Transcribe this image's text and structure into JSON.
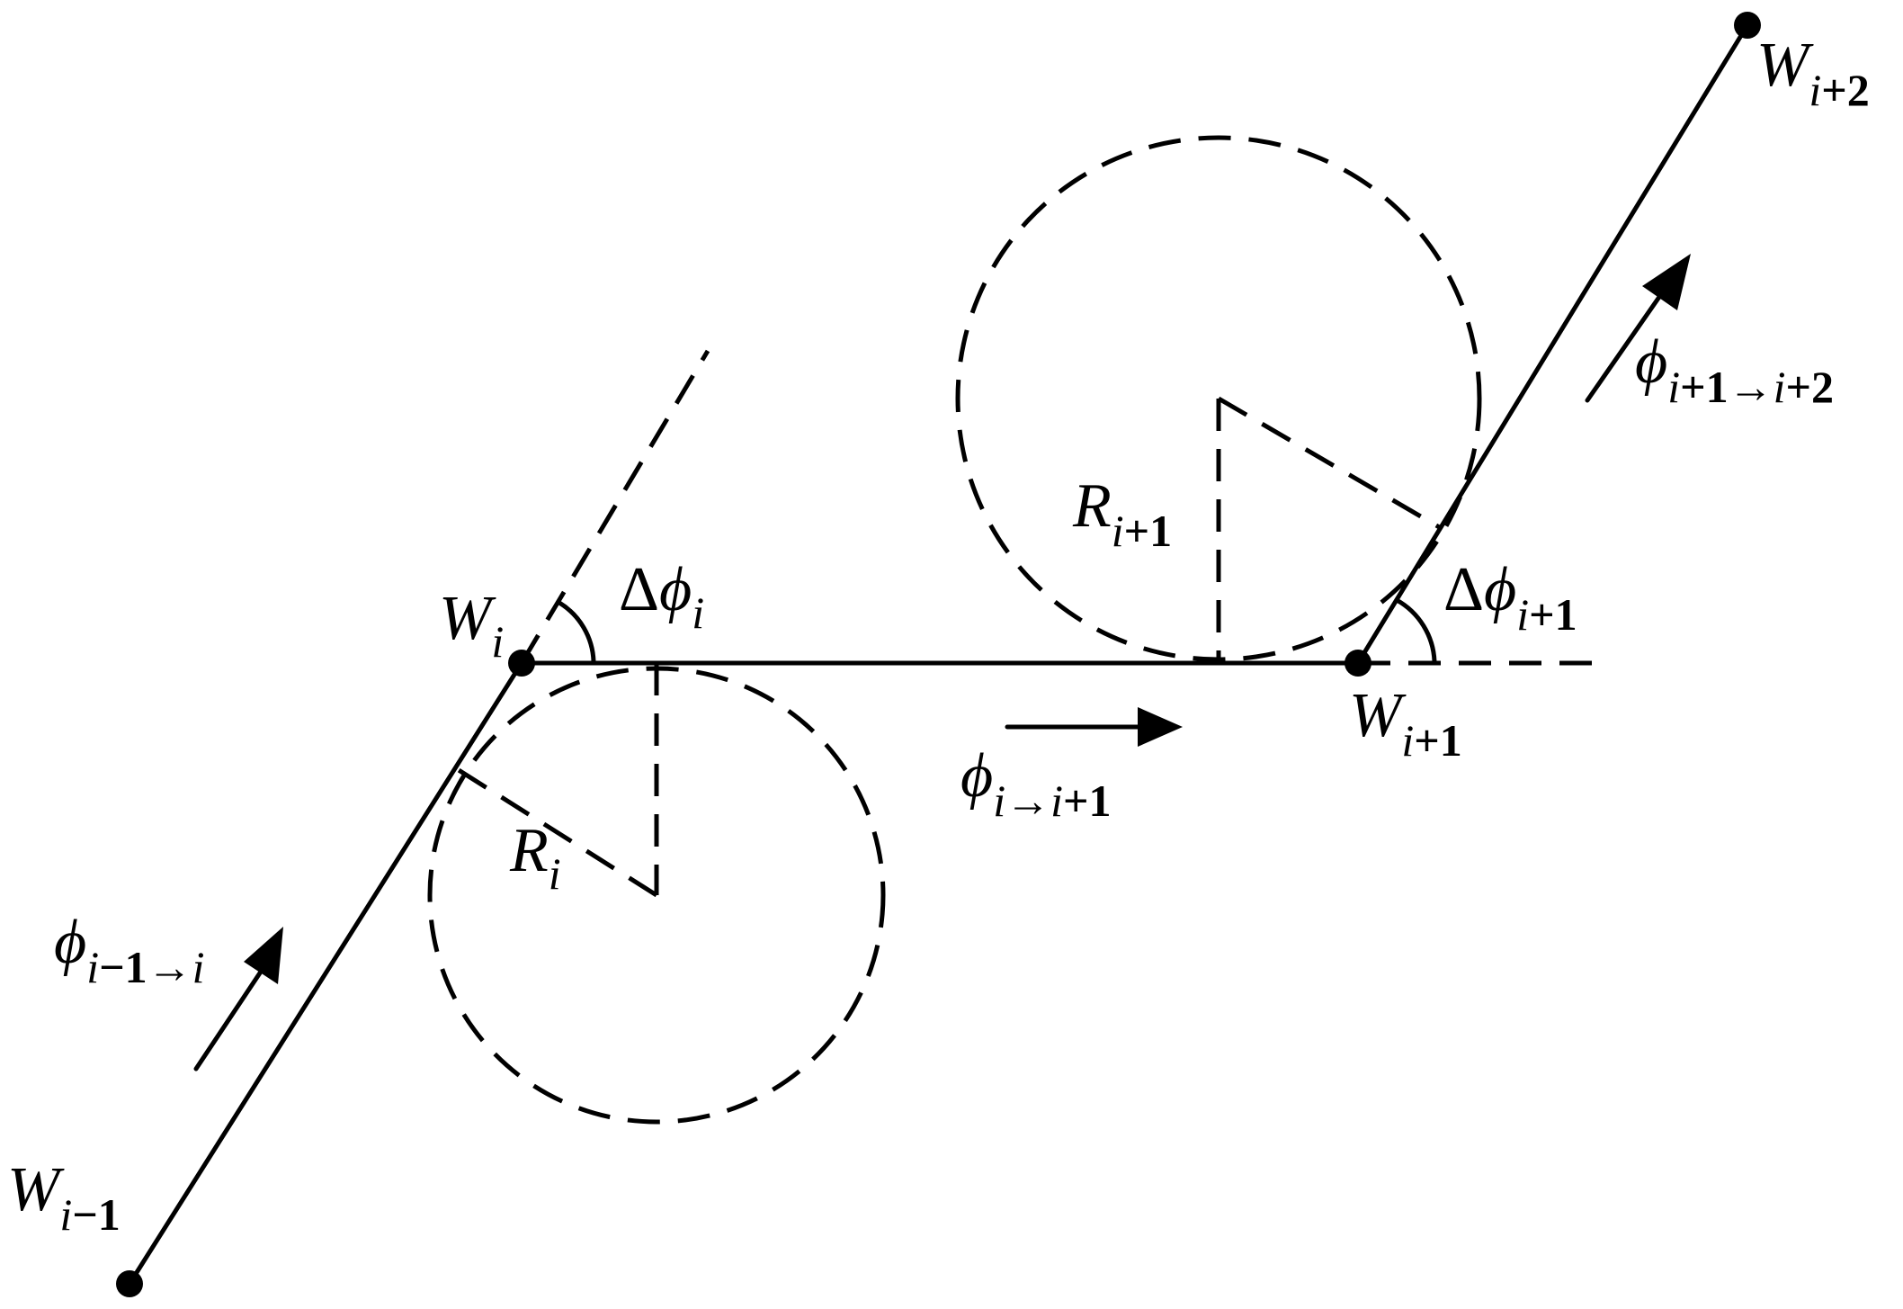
{
  "waypoints": {
    "w_prev": {
      "base": "W",
      "sub_var": "i",
      "sub_op": "−1"
    },
    "w_i": {
      "base": "W",
      "sub_var": "i",
      "sub_op": ""
    },
    "w_next": {
      "base": "W",
      "sub_var": "i",
      "sub_op": "+1"
    },
    "w_next2": {
      "base": "W",
      "sub_var": "i",
      "sub_op": "+2"
    }
  },
  "radii": {
    "r_i": {
      "base": "R",
      "sub_var": "i",
      "sub_op": ""
    },
    "r_next": {
      "base": "R",
      "sub_var": "i",
      "sub_op": "+1"
    }
  },
  "angles": {
    "delta_i": {
      "prefix": "Δ",
      "base": "ϕ",
      "sub_var": "i",
      "sub_op": ""
    },
    "delta_next": {
      "prefix": "Δ",
      "base": "ϕ",
      "sub_var": "i",
      "sub_op": "+1"
    }
  },
  "headings": {
    "h_prev": {
      "base": "ϕ",
      "sub_a": "i",
      "sub_a_op": "−1",
      "arrow": "→",
      "sub_b": "i",
      "sub_b_op": ""
    },
    "h_i": {
      "base": "ϕ",
      "sub_a": "i",
      "sub_a_op": "",
      "arrow": "→",
      "sub_b": "i",
      "sub_b_op": "+1"
    },
    "h_next": {
      "base": "ϕ",
      "sub_a": "i",
      "sub_a_op": "+1",
      "arrow": "→",
      "sub_b": "i",
      "sub_b_op": "+2"
    }
  }
}
